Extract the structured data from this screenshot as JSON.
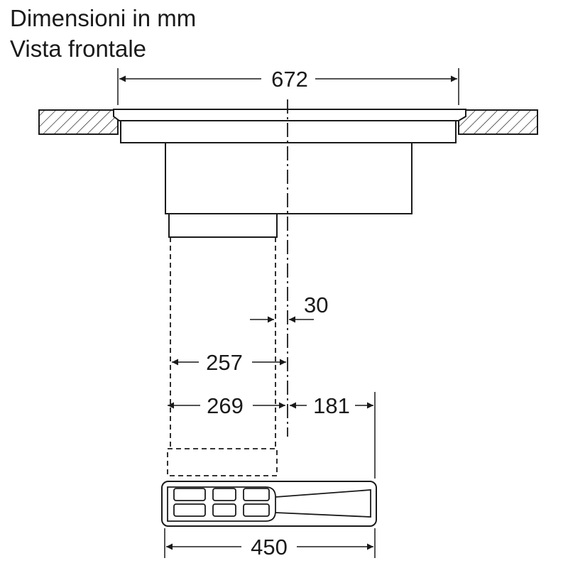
{
  "title": {
    "line1": "Dimensioni in mm",
    "line2": "Vista frontale"
  },
  "dimensions": {
    "top_width": "672",
    "offset": "30",
    "duct_inner": "257",
    "duct_outer": "269",
    "side": "181",
    "bottom_width": "450"
  }
}
